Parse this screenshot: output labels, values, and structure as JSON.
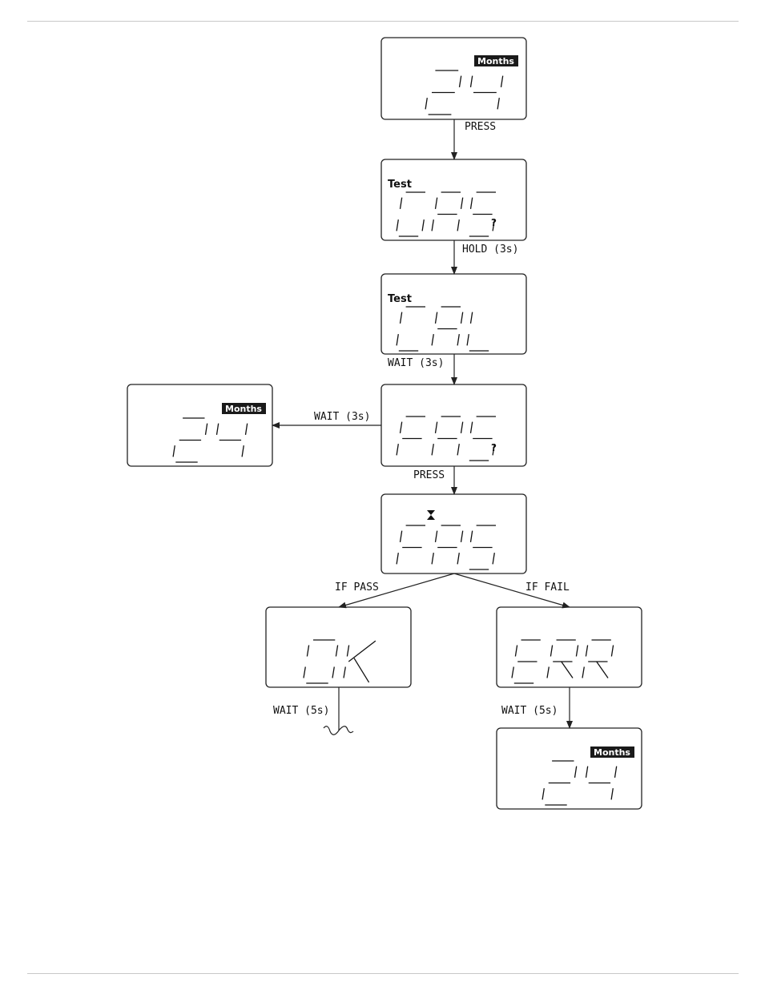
{
  "screens": {
    "s1": {
      "value": "24",
      "badge": "Months"
    },
    "s2": {
      "label": "Test",
      "value": "GAS",
      "suffix": "?"
    },
    "s3": {
      "label": "Test",
      "value": "CAL"
    },
    "s4": {
      "value": "FAS",
      "suffix": "?"
    },
    "s5": {
      "value": "FAS",
      "icon": "hourglass-icon"
    },
    "s6": {
      "value": "24",
      "badge": "Months"
    },
    "s7": {
      "value": "OK"
    },
    "s8": {
      "value": "ERR"
    },
    "s9": {
      "value": "24",
      "badge": "Months"
    }
  },
  "transitions": {
    "press_1": "PRESS",
    "hold": "HOLD (3s)",
    "wait_cal": "WAIT (3s)",
    "wait_left": "WAIT (3s)",
    "press_2": "PRESS",
    "if_pass": "IF PASS",
    "if_fail": "IF FAIL",
    "wait_ok": "WAIT (5s)",
    "wait_err": "WAIT (5s)"
  }
}
